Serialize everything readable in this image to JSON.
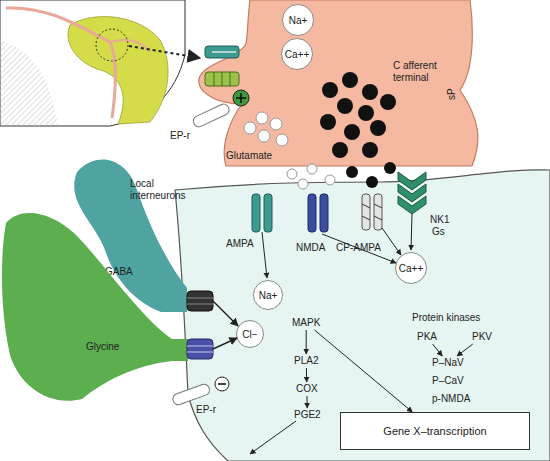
{
  "diagram": {
    "nodes": [
      {
        "text": [
          "C afferent terminal"
        ]
      },
      {
        "text": [
          "Na+"
        ],
        "in": 0
      },
      {
        "text": [
          "Ca++"
        ],
        "in": 0
      },
      {
        "text": [
          "GABA"
        ]
      },
      {
        "text": [
          "Glycine"
        ]
      },
      {
        "text": [
          "Na+"
        ]
      },
      {
        "text": [
          "Ca++"
        ]
      },
      {
        "text": [
          "Cl−"
        ]
      },
      {
        "text": [
          "MAPK"
        ]
      },
      {
        "text": [
          "PLA2"
        ]
      },
      {
        "text": [
          "COX"
        ]
      },
      {
        "text": [
          "PGE2"
        ]
      },
      {
        "text": [
          "Gene X–transcription"
        ]
      },
      {
        "text": [
          "PKA"
        ]
      },
      {
        "text": [
          "PKV"
        ]
      },
      {
        "text": [
          "P–NaV"
        ]
      },
      {
        "text": [
          "P–CaV"
        ]
      },
      {
        "text": [
          "p-NMDA"
        ]
      }
    ],
    "edges": [
      {
        "from": 8,
        "to": 9,
        "arrow": "to"
      },
      {
        "from": 9,
        "to": 10,
        "arrow": "to"
      },
      {
        "from": 10,
        "to": 11,
        "arrow": "to"
      },
      {
        "from": 8,
        "to": 12,
        "arrow": "to"
      },
      {
        "from": 13,
        "to": 15,
        "arrow": "to"
      },
      {
        "from": 14,
        "to": 15,
        "arrow": "to"
      }
    ],
    "labels": [
      "EP-r",
      "Glutamate",
      "sP",
      "Local interneurons",
      "AMPA",
      "NMDA",
      "CP-AMPA",
      "NK1",
      "Gs",
      "Protein kinases",
      "EP-r"
    ]
  }
}
